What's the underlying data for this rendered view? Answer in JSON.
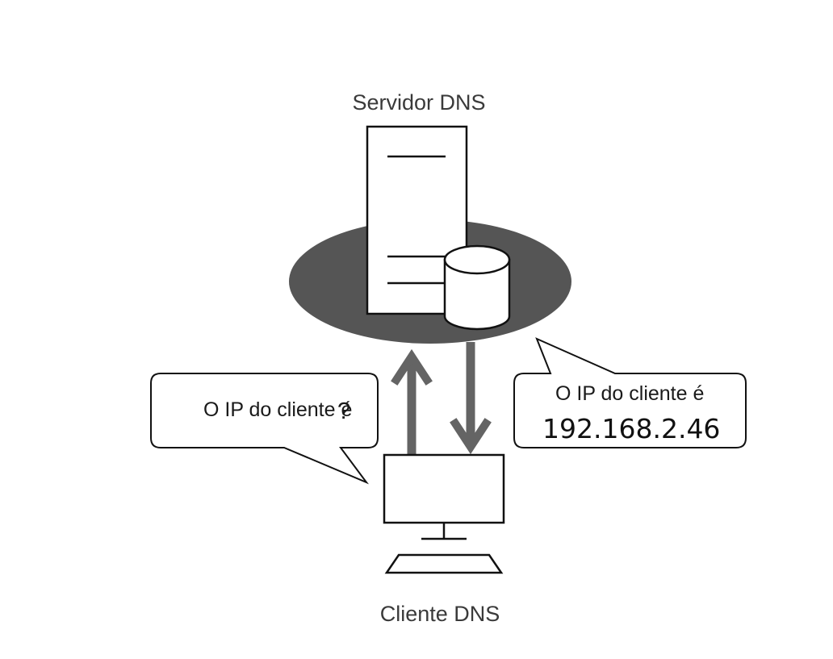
{
  "server": {
    "label": "Servidor DNS"
  },
  "client": {
    "label": "Cliente DNS"
  },
  "query_bubble": {
    "text": "O IP do cliente é",
    "question_mark": "?"
  },
  "response_bubble": {
    "text": "O IP do cliente é",
    "ip": "192.168.2.46"
  },
  "colors": {
    "ellipse": "#555555",
    "arrow": "#646464",
    "outline": "#111111"
  },
  "icons": [
    "server-icon",
    "database-icon",
    "monitor-icon",
    "keyboard-icon",
    "arrow-up-icon",
    "arrow-down-icon"
  ]
}
